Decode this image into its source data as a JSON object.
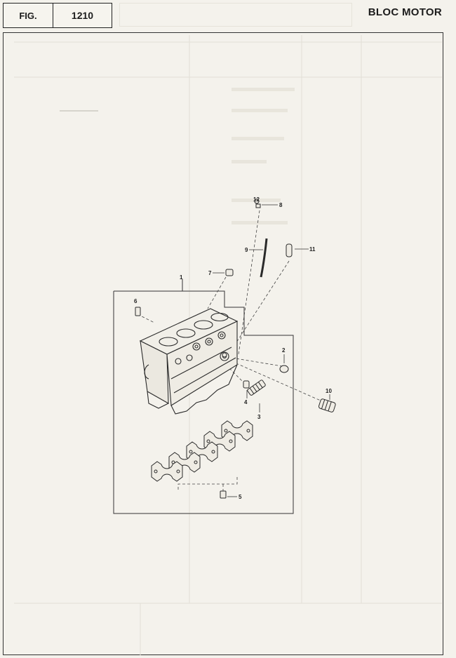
{
  "header": {
    "fig_label": "FIG.",
    "fig_number": "1210",
    "title": "BLOC MOTOR"
  },
  "callouts": [
    "1",
    "2",
    "3",
    "4",
    "5",
    "6",
    "7",
    "8",
    "9",
    "10",
    "11",
    "12"
  ]
}
